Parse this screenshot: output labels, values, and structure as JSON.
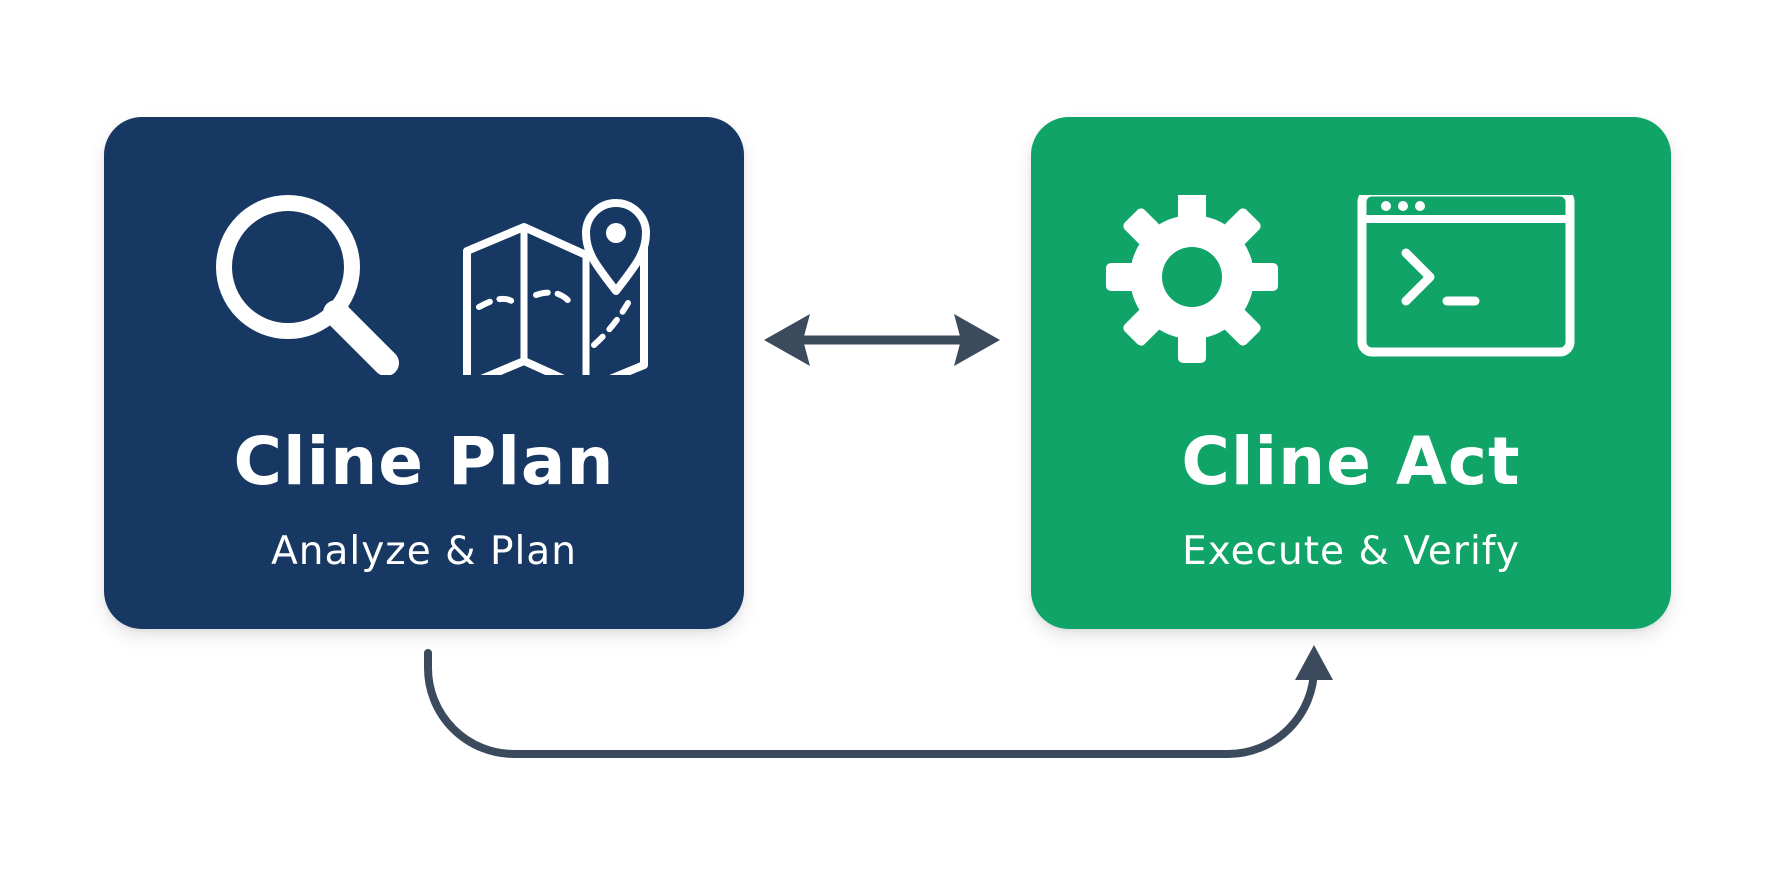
{
  "colors": {
    "plan_card": "#173862",
    "act_card": "#10a468",
    "connector": "#3c4a5d",
    "icon": "#ffffff"
  },
  "plan": {
    "title": "Cline Plan",
    "subtitle": "Analyze & Plan",
    "icons": [
      "search-icon",
      "map-pin-icon"
    ]
  },
  "act": {
    "title": "Cline Act",
    "subtitle": "Execute & Verify",
    "icons": [
      "gear-icon",
      "terminal-icon"
    ]
  },
  "connectors": [
    {
      "from": "plan",
      "to": "act",
      "style": "double-arrow"
    },
    {
      "from": "plan",
      "to": "act",
      "style": "curved-arrow"
    }
  ]
}
